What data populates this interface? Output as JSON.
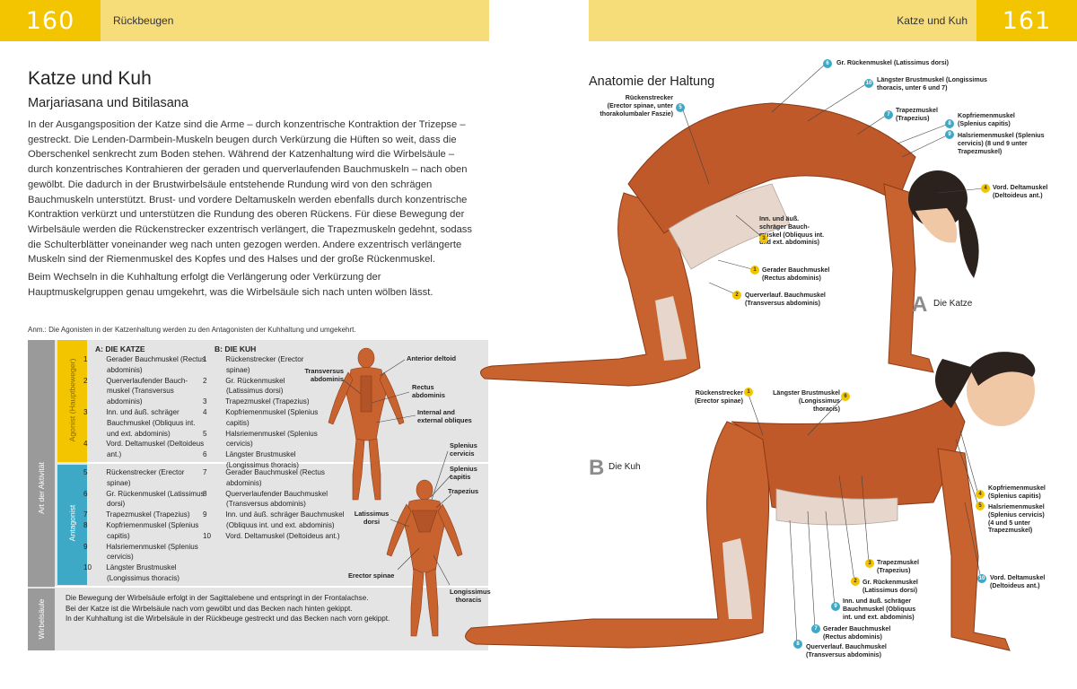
{
  "header": {
    "left_page_number": "160",
    "left_section": "Rückbeugen",
    "right_section": "Katze und Kuh",
    "right_page_number": "161"
  },
  "article": {
    "title": "Katze und Kuh",
    "subtitle": "Marjariasana und Bitilasana",
    "paragraph1": "In der Ausgangsposition der Katze sind die Arme – durch konzentrische Kontraktion der Trizepse – gestreckt. Die Lenden-Darmbein-Muskeln beugen durch Verkürzung die Hüften so weit, dass die Oberschenkel senkrecht zum Boden stehen. Während der Katzenhaltung wird die Wirbelsäule – durch konzentrisches Kontrahieren der geraden und querverlaufenden Bauchmuskeln – nach oben gewölbt. Die dadurch in der Brustwirbelsäule entstehende Rundung wird von den schrägen Bauchmuskeln unterstützt. Brust- und vordere Deltamuskeln werden ebenfalls durch konzentrische Kontraktion verkürzt und unterstützen die Rundung des oberen Rückens. Für diese Bewegung der Wirbelsäule werden die Rückenstrecker exzentrisch verlängert, die Trapezmuskeln gedehnt, sodass die Schulterblätter voneinander weg nach unten gezogen werden. Andere exzentrisch verlängerte Muskeln sind der Riemenmuskel des Kopfes und des Halses und der große Rückenmuskel.",
    "paragraph2": "Beim Wechseln in die Kuhhaltung erfolgt die Verlängerung oder Verkürzung der Hauptmuskelgruppen genau umgekehrt, was die Wirbelsäule sich nach unten wölben lässt.",
    "note": "Anm.: Die Agonisten in der Katzenhaltung werden zu den Antagonisten der Kuhhaltung und umgekehrt."
  },
  "table": {
    "side_label": "Art der Aktivität",
    "agonist_label": "Agonist (Hauptbeweger)",
    "antagonist_label": "Antagonist",
    "spine_label": "Wirbelsäule",
    "col_a_header": "A:  DIE KATZE",
    "col_b_header": "B:  DIE KUH",
    "agonist_a": [
      {
        "n": "1",
        "t": "Gerader Bauchmuskel (Rectus abdominis)"
      },
      {
        "n": "2",
        "t": "Querverlaufender Bauch-muskel (Transversus abdominis)"
      },
      {
        "n": "3",
        "t": "Inn. und äuß. schräger Bauchmuskel (Obliquus int. und ext. abdominis)"
      },
      {
        "n": "4",
        "t": "Vord. Deltamuskel (Deltoideus ant.)"
      }
    ],
    "agonist_b": [
      {
        "n": "1",
        "t": "Rückenstrecker (Erector spinae)"
      },
      {
        "n": "2",
        "t": "Gr. Rückenmuskel (Latissimus dorsi)"
      },
      {
        "n": "3",
        "t": "Trapezmuskel (Trapezius)"
      },
      {
        "n": "4",
        "t": "Kopfriemenmuskel (Splenius capitis)"
      },
      {
        "n": "5",
        "t": "Halsriemenmuskel (Splenius cervicis)"
      },
      {
        "n": "6",
        "t": "Längster Brustmuskel (Longissimus thoracis)"
      }
    ],
    "antagonist_a": [
      {
        "n": "5",
        "t": "Rückenstrecker (Erector spinae)"
      },
      {
        "n": "6",
        "t": "Gr. Rückenmuskel (Latissimus dorsi)"
      },
      {
        "n": "7",
        "t": "Trapezmuskel (Trapezius)"
      },
      {
        "n": "8",
        "t": "Kopfriemenmuskel (Splenius capitis)"
      },
      {
        "n": "9",
        "t": "Halsriemenmuskel (Splenius cervicis)"
      },
      {
        "n": "10",
        "t": "Längster Brustmuskel (Longissimus thoracis)"
      }
    ],
    "antagonist_b": [
      {
        "n": "7",
        "t": "Gerader Bauchmuskel (Rectus abdominis)"
      },
      {
        "n": "8",
        "t": "Querverlaufender Bauchmuskel (Transversus abdominis)"
      },
      {
        "n": "9",
        "t": "Inn. und äuß. schräger Bauchmuskel (Obliquus int. und ext. abdominis)"
      },
      {
        "n": "10",
        "t": "Vord. Deltamuskel (Deltoideus ant.)"
      }
    ],
    "spine_text": [
      "Die Bewegung der Wirbelsäule erfolgt in der Sagittalebene und entspringt in der Frontalachse.",
      "Bei der Katze ist die Wirbelsäule nach vorn gewölbt und das Becken nach hinten gekippt.",
      "In der Kuhhaltung ist die Wirbelsäule in der Rückbeuge gestreckt und das Becken nach vorn gekippt."
    ],
    "figure_labels": {
      "anterior_deltoid": "Anterior deltoid",
      "transversus": "Transversus abdominis",
      "rectus": "Rectus abdominis",
      "obliques": "Internal and external obliques",
      "splenius_cervicis": "Splenius cervicis",
      "splenius_capitis": "Splenius capitis",
      "trapezius": "Trapezius",
      "latissimus": "Latissimus dorsi",
      "erector": "Erector spinae",
      "longissimus": "Longissimus thoracis"
    }
  },
  "anatomy": {
    "title": "Anatomie der Haltung",
    "pose_a_letter": "A",
    "pose_a_label": "Die Katze",
    "pose_b_letter": "B",
    "pose_b_label": "Die Kuh",
    "cat_labels": {
      "l6": "Gr. Rückenmuskel (Latissimus dorsi)",
      "l10": "Längster Brustmuskel (Longissimus thoracis, unter 6 und 7)",
      "l5": "Rückenstrecker (Erector spinae, unter thorakolumbaler Faszie)",
      "l7": "Trapezmuskel (Trapezius)",
      "l8": "Kopfriemenmuskel (Splenius capitis)",
      "l9": "Halsriemenmuskel (Splenius cervicis) (8 und 9 unter Trapezmuskel)",
      "l4": "Vord. Deltamuskel (Deltoideus ant.)",
      "l3": "Inn. und äuß. schräger Bauch-muskel (Obliquus int. und ext. abdominis)",
      "l1": "Gerader Bauchmuskel (Rectus abdominis)",
      "l2": "Querverlauf. Bauchmuskel (Transversus abdominis)"
    },
    "cow_labels": {
      "l1": "Rückenstrecker (Erector spinae)",
      "l6": "Längster Brustmuskel (Longissimus thoracis)",
      "l4": "Kopfriemenmuskel (Splenius capitis)",
      "l5": "Halsriemenmuskel (Splenius cervicis) (4 und 5 unter Trapezmuskel)",
      "l3": "Trapezmuskel (Trapezius)",
      "l2": "Gr. Rückenmuskel (Latissimus dorsi)",
      "l9": "Inn. und äuß. schräger Bauchmuskel (Obliquus int. und ext. abdominis)",
      "l7": "Gerader Bauchmuskel (Rectus abdominis)",
      "l8": "Querverlauf. Bauchmuskel (Transversus abdominis)",
      "l10": "Vord. Deltamuskel (Deltoideus ant.)"
    },
    "numbers": {
      "n1": "1",
      "n2": "2",
      "n3": "3",
      "n4": "4",
      "n5": "5",
      "n6": "6",
      "n7": "7",
      "n8": "8",
      "n9": "9",
      "n10": "10"
    }
  },
  "colors": {
    "header_bar": "#f7dd7a",
    "page_number_bg": "#f3c400",
    "agonist": "#f3c400",
    "antagonist": "#3da9c6",
    "muscle": "#c8632f",
    "skin": "#f0c8a6"
  }
}
